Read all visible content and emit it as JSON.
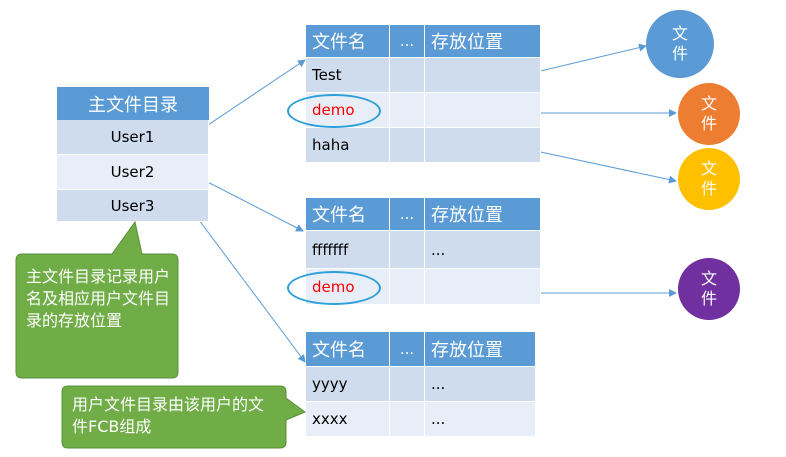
{
  "main_dir": {
    "title": "主文件目录",
    "users": [
      "User1",
      "User2",
      "User3"
    ]
  },
  "table_headers": {
    "name": "文件名",
    "dots": "...",
    "loc": "存放位置"
  },
  "tables": [
    {
      "rows": [
        {
          "name": "Test",
          "dots": "",
          "loc": ""
        },
        {
          "name": "demo",
          "dots": "",
          "loc": ""
        },
        {
          "name": "haha",
          "dots": "",
          "loc": ""
        }
      ]
    },
    {
      "rows": [
        {
          "name": "fffffff",
          "dots": "",
          "loc": "..."
        },
        {
          "name": "demo",
          "dots": "",
          "loc": ""
        }
      ]
    },
    {
      "rows": [
        {
          "name": "yyyy",
          "dots": "",
          "loc": "..."
        },
        {
          "name": "xxxx",
          "dots": "",
          "loc": "..."
        }
      ]
    }
  ],
  "file_label": "文\n件",
  "callouts": {
    "main": "主文件目录记录用户名及相应用户文件目录的存放位置",
    "user": "用户文件目录由该用户的文件FCB组成"
  },
  "colors": {
    "header": "#5b9bd5",
    "row_dark": "#cfdcee",
    "row_light": "#e7eef8",
    "callout_green": "#70ad47",
    "file_blue": "#5b9bd5",
    "file_orange": "#ed7d31",
    "file_yellow": "#ffc000",
    "file_purple": "#7030a0",
    "highlight": "#ff0000"
  }
}
